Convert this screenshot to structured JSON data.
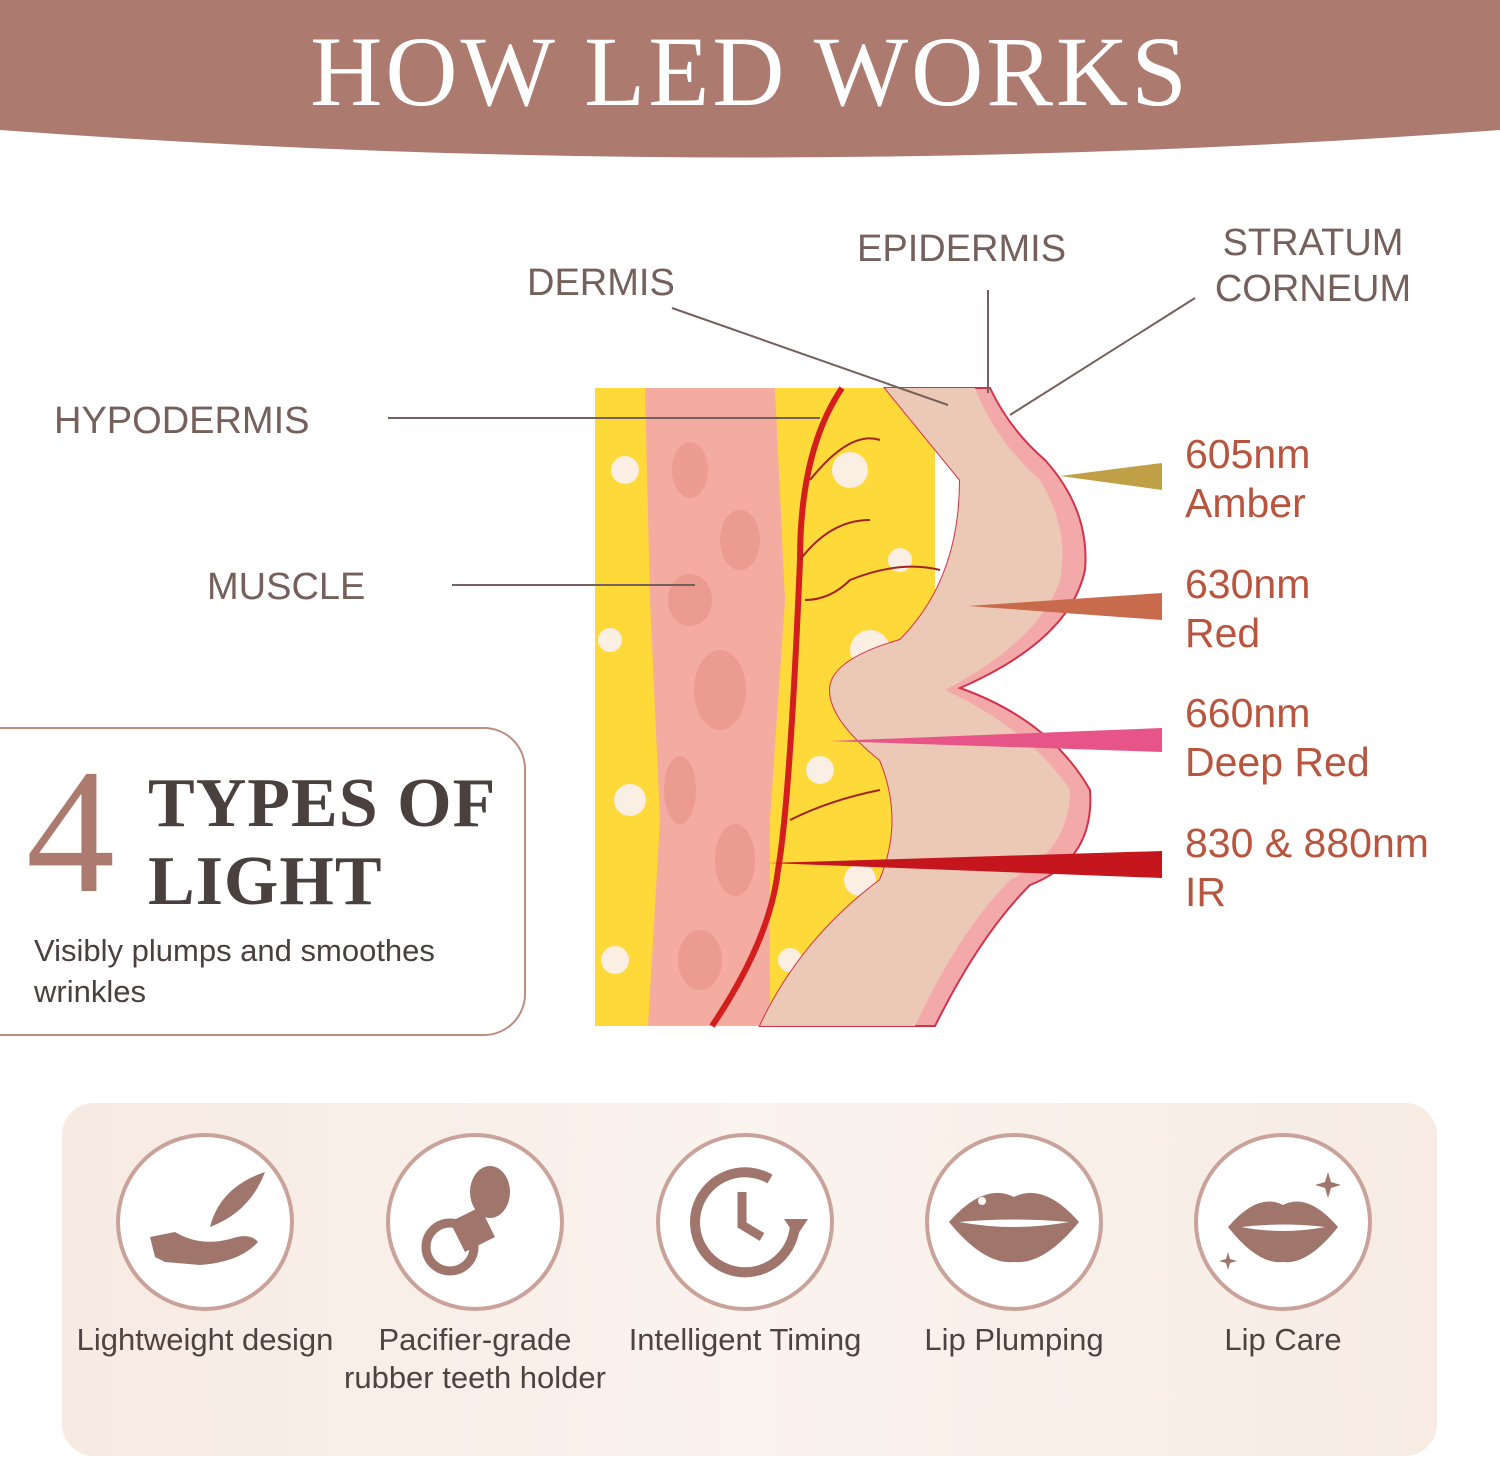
{
  "header": {
    "title": "HOW LED WORKS"
  },
  "layers": {
    "dermis": "DERMIS",
    "epidermis": "EPIDERMIS",
    "stratum_corneum": [
      "STRATUM",
      "CORNEUM"
    ],
    "hypodermis": "HYPODERMIS",
    "muscle": "MUSCLE"
  },
  "wavelengths": [
    {
      "nm": "605nm",
      "name": "Amber",
      "color": "#c0a046"
    },
    {
      "nm": "630nm",
      "name": "Red",
      "color": "#c86a4c"
    },
    {
      "nm": "660nm",
      "name": "Deep Red",
      "color": "#e75588"
    },
    {
      "nm": "830 & 880nm",
      "name": "IR",
      "color": "#c4161c"
    }
  ],
  "card": {
    "number": "4",
    "title_line1": "TYPES OF",
    "title_line2": "LIGHT",
    "subtitle": "Visibly plumps and smoothes wrinkles"
  },
  "features": [
    {
      "label": "Lightweight design",
      "icon": "hand-feather-icon"
    },
    {
      "label": "Pacifier-grade rubber teeth holder",
      "icon": "pacifier-icon"
    },
    {
      "label": "Intelligent Timing",
      "icon": "clock-icon"
    },
    {
      "label": "Lip Plumping",
      "icon": "lips-icon"
    },
    {
      "label": "Lip Care",
      "icon": "lips-sparkle-icon"
    }
  ]
}
